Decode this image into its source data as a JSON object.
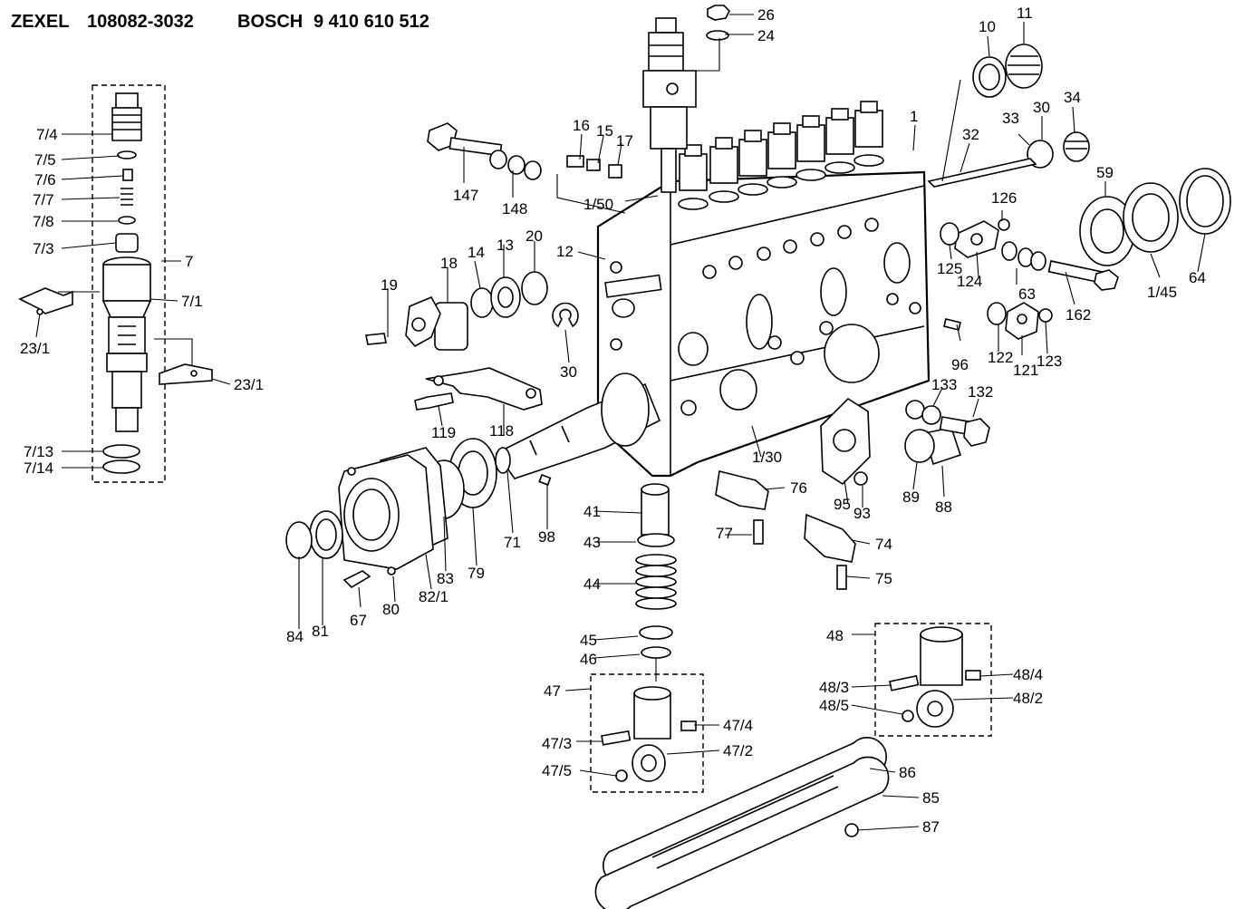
{
  "header": {
    "brand1": "ZEXEL",
    "part1": "108082-3032",
    "brand2": "BOSCH",
    "part2": "9 410 610 512"
  },
  "labels": [
    {
      "id": "l26",
      "text": "26"
    },
    {
      "id": "l24",
      "text": "24"
    },
    {
      "id": "l10",
      "text": "10"
    },
    {
      "id": "l11",
      "text": "11"
    },
    {
      "id": "l1",
      "text": "1"
    },
    {
      "id": "l33",
      "text": "33"
    },
    {
      "id": "l30a",
      "text": "30"
    },
    {
      "id": "l34",
      "text": "34"
    },
    {
      "id": "l32",
      "text": "32"
    },
    {
      "id": "l59",
      "text": "59"
    },
    {
      "id": "l16",
      "text": "16"
    },
    {
      "id": "l15",
      "text": "15"
    },
    {
      "id": "l17",
      "text": "17"
    },
    {
      "id": "l147",
      "text": "147"
    },
    {
      "id": "l148",
      "text": "148"
    },
    {
      "id": "l150",
      "text": "1/50"
    },
    {
      "id": "l126",
      "text": "126"
    },
    {
      "id": "l125",
      "text": "125"
    },
    {
      "id": "l124",
      "text": "124"
    },
    {
      "id": "l63",
      "text": "63"
    },
    {
      "id": "l162",
      "text": "162"
    },
    {
      "id": "l145",
      "text": "1/45"
    },
    {
      "id": "l64",
      "text": "64"
    },
    {
      "id": "l12",
      "text": "12"
    },
    {
      "id": "l14",
      "text": "14"
    },
    {
      "id": "l13",
      "text": "13"
    },
    {
      "id": "l20",
      "text": "20"
    },
    {
      "id": "l18",
      "text": "18"
    },
    {
      "id": "l19",
      "text": "19"
    },
    {
      "id": "l30b",
      "text": "30"
    },
    {
      "id": "l96",
      "text": "96"
    },
    {
      "id": "l122",
      "text": "122"
    },
    {
      "id": "l121",
      "text": "121"
    },
    {
      "id": "l123",
      "text": "123"
    },
    {
      "id": "l133",
      "text": "133"
    },
    {
      "id": "l132",
      "text": "132"
    },
    {
      "id": "l119",
      "text": "119"
    },
    {
      "id": "l118",
      "text": "118"
    },
    {
      "id": "l130",
      "text": "1/30"
    },
    {
      "id": "l76",
      "text": "76"
    },
    {
      "id": "l95",
      "text": "95"
    },
    {
      "id": "l93",
      "text": "93"
    },
    {
      "id": "l89",
      "text": "89"
    },
    {
      "id": "l88",
      "text": "88"
    },
    {
      "id": "l71",
      "text": "71"
    },
    {
      "id": "l98",
      "text": "98"
    },
    {
      "id": "l41",
      "text": "41"
    },
    {
      "id": "l43",
      "text": "43"
    },
    {
      "id": "l44",
      "text": "44"
    },
    {
      "id": "l77",
      "text": "77"
    },
    {
      "id": "l74",
      "text": "74"
    },
    {
      "id": "l75",
      "text": "75"
    },
    {
      "id": "l79",
      "text": "79"
    },
    {
      "id": "l83",
      "text": "83"
    },
    {
      "id": "l821",
      "text": "82/1"
    },
    {
      "id": "l80",
      "text": "80"
    },
    {
      "id": "l67",
      "text": "67"
    },
    {
      "id": "l81",
      "text": "81"
    },
    {
      "id": "l84",
      "text": "84"
    },
    {
      "id": "l45",
      "text": "45"
    },
    {
      "id": "l46",
      "text": "46"
    },
    {
      "id": "l47",
      "text": "47"
    },
    {
      "id": "l473",
      "text": "47/3"
    },
    {
      "id": "l474",
      "text": "47/4"
    },
    {
      "id": "l472",
      "text": "47/2"
    },
    {
      "id": "l475",
      "text": "47/5"
    },
    {
      "id": "l48",
      "text": "48"
    },
    {
      "id": "l483",
      "text": "48/3"
    },
    {
      "id": "l484",
      "text": "48/4"
    },
    {
      "id": "l485",
      "text": "48/5"
    },
    {
      "id": "l482",
      "text": "48/2"
    },
    {
      "id": "l86",
      "text": "86"
    },
    {
      "id": "l85",
      "text": "85"
    },
    {
      "id": "l87",
      "text": "87"
    },
    {
      "id": "l74a",
      "text": "7/4"
    },
    {
      "id": "l75a",
      "text": "7/5"
    },
    {
      "id": "l76a",
      "text": "7/6"
    },
    {
      "id": "l77a",
      "text": "7/7"
    },
    {
      "id": "l78a",
      "text": "7/8"
    },
    {
      "id": "l73a",
      "text": "7/3"
    },
    {
      "id": "l7",
      "text": "7"
    },
    {
      "id": "l71a",
      "text": "7/1"
    },
    {
      "id": "l231a",
      "text": "23/1"
    },
    {
      "id": "l231b",
      "text": "23/1"
    },
    {
      "id": "l713",
      "text": "7/13"
    },
    {
      "id": "l714",
      "text": "7/14"
    }
  ]
}
